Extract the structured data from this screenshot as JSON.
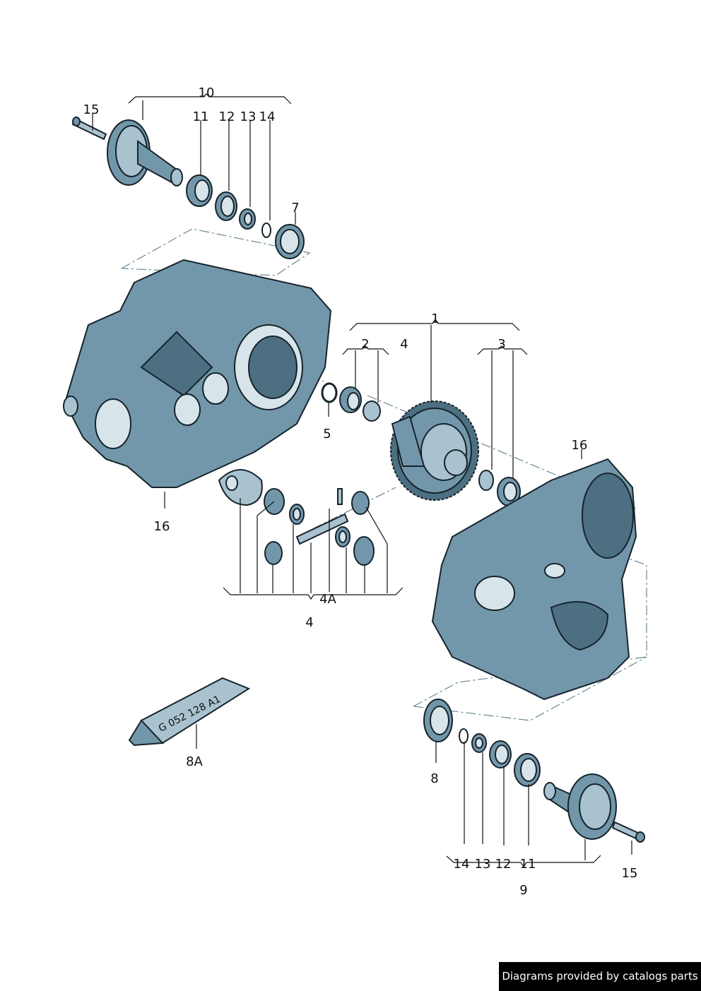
{
  "diagram": {
    "labels": {
      "top_group": "10",
      "top_bolt": "15",
      "top_11": "11",
      "top_12": "12",
      "top_13": "13",
      "top_14": "14",
      "seal_top": "7",
      "diff_group": "1",
      "bearing_left_group": "2",
      "diff_4": "4",
      "bearing_right_group": "3",
      "shim": "5",
      "housing_right": "16",
      "housing_left": "16",
      "pin": "4A",
      "diff_gears_group": "4",
      "sealant": "8A",
      "seal_bottom": "8",
      "bot_14": "14",
      "bot_13": "13",
      "bot_12": "12",
      "bot_11": "11",
      "bot_bolt": "15",
      "bot_group": "9"
    },
    "tube_text": "G 052 128 A1",
    "colors": {
      "part": "#7397aa",
      "outline": "#16232b",
      "leader": "#6c8797"
    }
  },
  "footer": {
    "credit": "Diagrams provided by catalogs parts"
  }
}
